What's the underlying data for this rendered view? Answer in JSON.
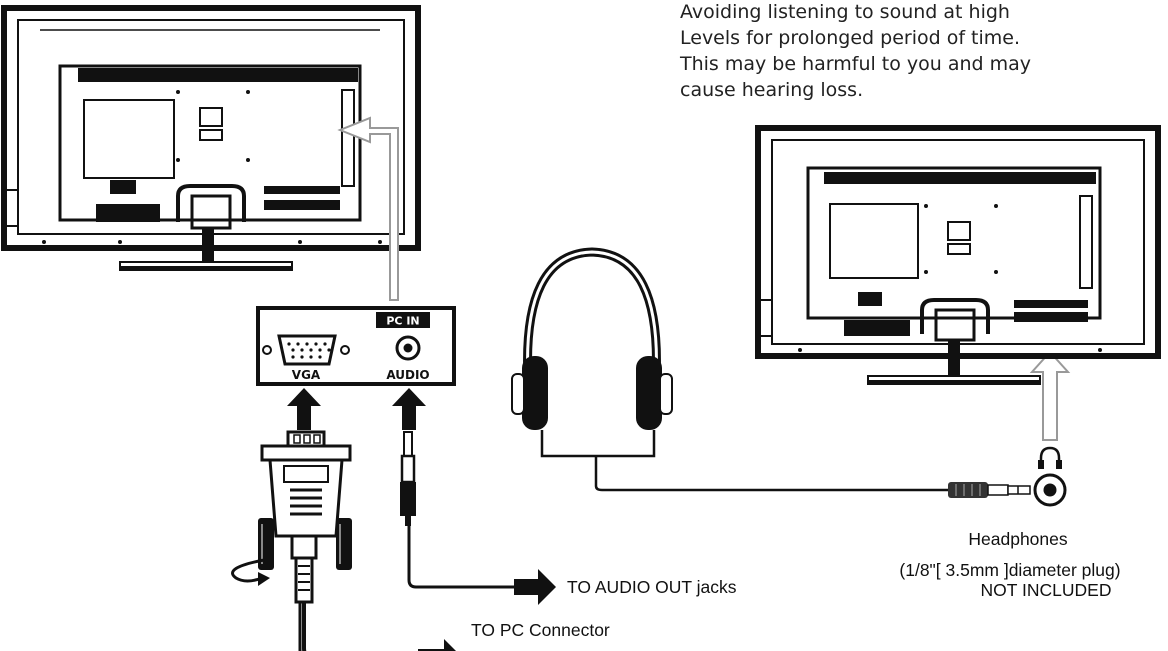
{
  "warning": {
    "lines": [
      "Avoiding listening to sound at high",
      "Levels for prolonged period of time.",
      "This may be harmful to you and may",
      "cause hearing loss."
    ]
  },
  "panel": {
    "header": "PC IN",
    "vga_label": "VGA",
    "audio_label": "AUDIO"
  },
  "labels": {
    "to_audio_out": "TO AUDIO OUT jacks",
    "to_pc": "TO PC Connector",
    "headphones_line1": "Headphones",
    "headphones_line2": "(1/8\"[ 3.5mm ]diameter plug)",
    "headphones_line3": "NOT INCLUDED"
  },
  "icons": {
    "headphone_symbol": "headphone-jack-icon"
  }
}
